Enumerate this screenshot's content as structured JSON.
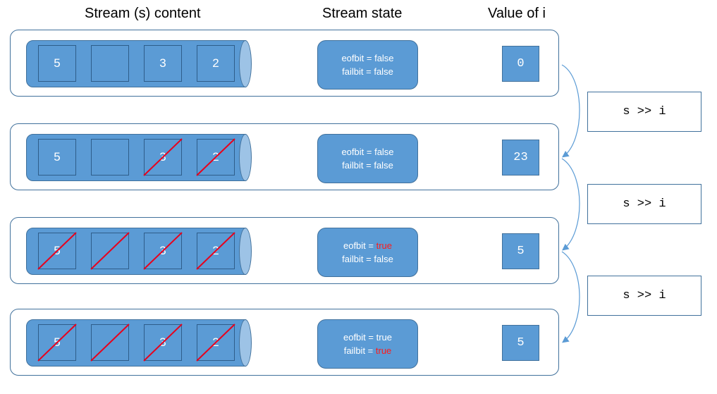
{
  "headers": {
    "stream_content": "Stream (s) content",
    "stream_state": "Stream state",
    "value_of_i": "Value of i"
  },
  "rows": [
    {
      "cells": [
        {
          "text": "5",
          "struck": false
        },
        {
          "text": "",
          "struck": false
        },
        {
          "text": "3",
          "struck": false
        },
        {
          "text": "2",
          "struck": false
        }
      ],
      "eof_label": "eofbit = ",
      "eof_value": "false",
      "eof_red": false,
      "fail_label": "failbit = ",
      "fail_value": "false",
      "fail_red": false,
      "value": "0"
    },
    {
      "cells": [
        {
          "text": "5",
          "struck": false
        },
        {
          "text": "",
          "struck": false
        },
        {
          "text": "3",
          "struck": true
        },
        {
          "text": "2",
          "struck": true
        }
      ],
      "eof_label": "eofbit = ",
      "eof_value": "false",
      "eof_red": false,
      "fail_label": "failbit = ",
      "fail_value": "false",
      "fail_red": false,
      "value": "23"
    },
    {
      "cells": [
        {
          "text": "5",
          "struck": true
        },
        {
          "text": "",
          "struck": true
        },
        {
          "text": "3",
          "struck": true
        },
        {
          "text": "2",
          "struck": true
        }
      ],
      "eof_label": "eofbit = ",
      "eof_value": "true",
      "eof_red": true,
      "fail_label": "failbit = ",
      "fail_value": "false",
      "fail_red": false,
      "value": "5"
    },
    {
      "cells": [
        {
          "text": "5",
          "struck": true
        },
        {
          "text": "",
          "struck": true
        },
        {
          "text": "3",
          "struck": true
        },
        {
          "text": "2",
          "struck": true
        }
      ],
      "eof_label": "eofbit = ",
      "eof_value": "true",
      "eof_red": false,
      "fail_label": "failbit = ",
      "fail_value": "true",
      "fail_red": true,
      "value": "5"
    }
  ],
  "operations": [
    "s >> i",
    "s >> i",
    "s >> i"
  ],
  "colors": {
    "box_fill": "#5b9bd5",
    "box_border": "#41719c",
    "cap_fill": "#9dc3e6",
    "strike": "#e8001c",
    "highlight_text": "#ff1a1a"
  }
}
